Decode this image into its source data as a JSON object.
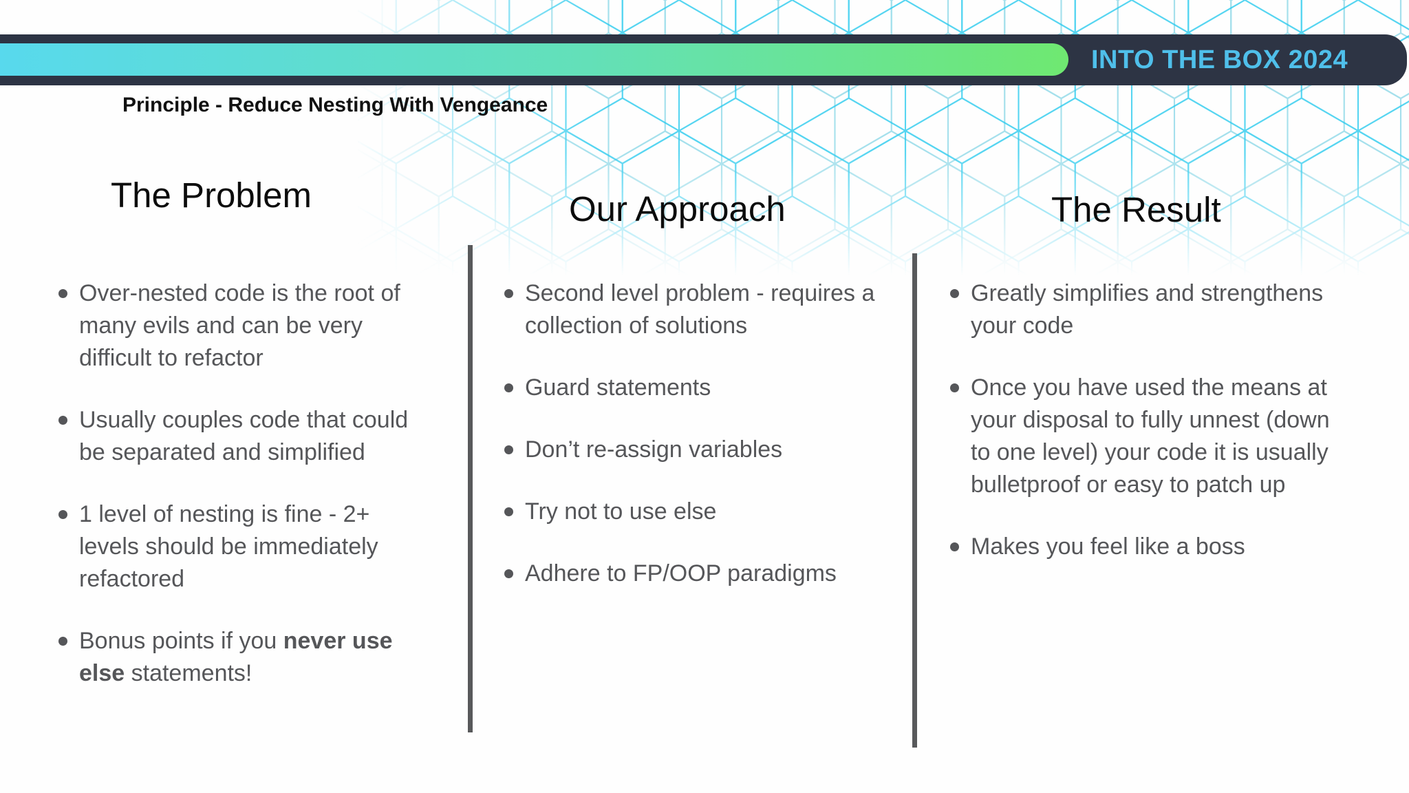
{
  "banner": {
    "conference_label": "INTO THE BOX 2024"
  },
  "slide": {
    "title": "Principle - Reduce Nesting With Vengeance",
    "columns": [
      {
        "heading": "The Problem",
        "bullets": [
          {
            "segments": [
              {
                "text": "Over-nested code is the root of many evils and can be very difficult to refactor",
                "bold": false
              }
            ]
          },
          {
            "segments": [
              {
                "text": "Usually couples code that could be separated and simplified",
                "bold": false
              }
            ]
          },
          {
            "segments": [
              {
                "text": "1 level of nesting is fine - 2+ levels should be immediately refactored",
                "bold": false
              }
            ]
          },
          {
            "segments": [
              {
                "text": "Bonus points if you ",
                "bold": false
              },
              {
                "text": "never use else",
                "bold": true
              },
              {
                "text": " statements!",
                "bold": false
              }
            ]
          }
        ]
      },
      {
        "heading": "Our Approach",
        "bullets": [
          {
            "segments": [
              {
                "text": "Second level problem - requires a collection of solutions",
                "bold": false
              }
            ]
          },
          {
            "segments": [
              {
                "text": "Guard statements",
                "bold": false
              }
            ]
          },
          {
            "segments": [
              {
                "text": "Don’t re-assign variables",
                "bold": false
              }
            ]
          },
          {
            "segments": [
              {
                "text": "Try not to use else",
                "bold": false
              }
            ]
          },
          {
            "segments": [
              {
                "text": "Adhere to FP/OOP paradigms",
                "bold": false
              }
            ]
          }
        ]
      },
      {
        "heading": "The Result",
        "bullets": [
          {
            "segments": [
              {
                "text": "Greatly simplifies and strengthens your code",
                "bold": false
              }
            ]
          },
          {
            "segments": [
              {
                "text": "Once you have used the means at your disposal to fully unnest (down to one level) your code it is usually bulletproof or easy to patch up",
                "bold": false
              }
            ]
          },
          {
            "segments": [
              {
                "text": "Makes you feel like a boss",
                "bold": false
              }
            ]
          }
        ]
      }
    ]
  },
  "colors": {
    "background": "#fefefe",
    "bar_bg": "#2d3444",
    "pill_start": "#58d9ed",
    "pill_mid": "#63e0b8",
    "pill_end": "#6fe871",
    "conference_text": "#4fbfea",
    "title_text": "#111111",
    "heading_text": "#0c0c0c",
    "body_text": "#555659",
    "divider": "#58595b",
    "pattern_bright": "#2ccbee",
    "pattern_pale": "#a5e0ec"
  }
}
